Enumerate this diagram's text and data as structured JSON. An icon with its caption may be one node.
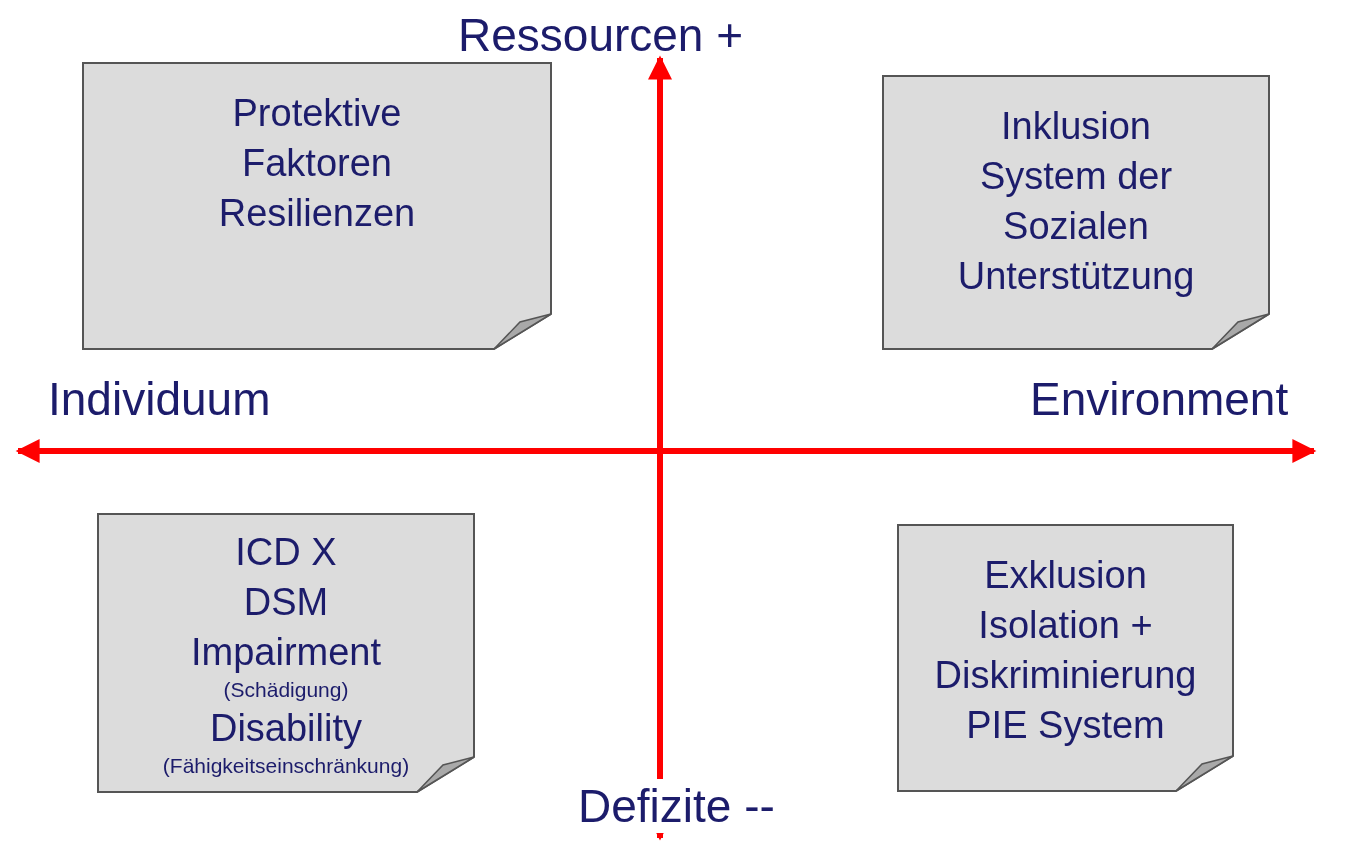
{
  "diagram": {
    "nodes": [
      {
        "text": [
          "Protektive Faktoren",
          "Resilienzen"
        ]
      },
      {
        "text": [
          "Inklusion",
          "System der Sozialen Unterstützung"
        ]
      },
      {
        "text": [
          "ICD X",
          "DSM",
          "Impairment",
          "(Schädigung)",
          "Disability",
          "(Fähigkeitseinschränkung)"
        ]
      },
      {
        "text": [
          "Exklusion",
          "Isolation + Diskriminierung",
          "PIE System"
        ]
      }
    ],
    "edges": [],
    "labels": [
      "Ressourcen +",
      "Individuum",
      "Environment",
      "Defizite --"
    ]
  }
}
